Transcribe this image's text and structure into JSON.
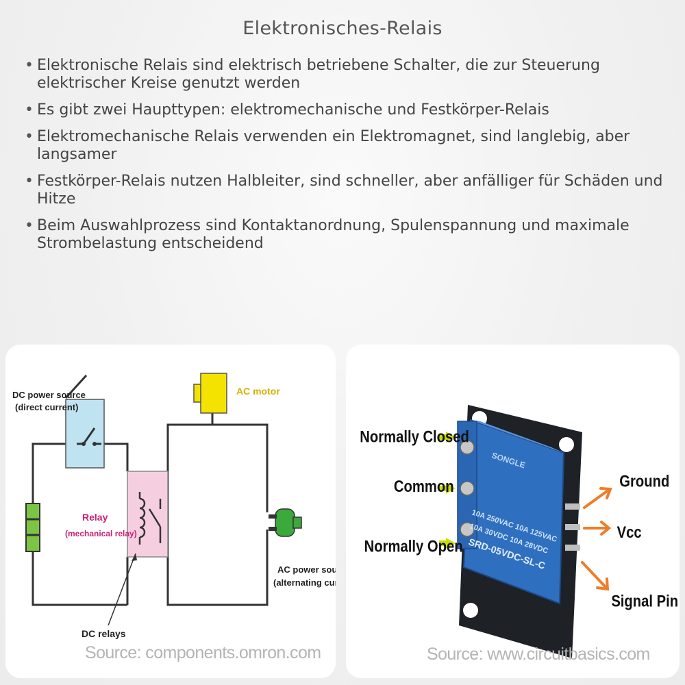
{
  "title": "Elektronisches-Relais",
  "bullets": [
    "Elektronische Relais sind elektrisch betriebene Schalter, die zur Steuerung elektrischer Kreise genutzt werden",
    "Es gibt zwei Haupttypen: elektromechanische und Festkörper-Relais",
    "Elektromechanische Relais verwenden ein Elektromagnet, sind langlebig, aber langsamer",
    "Festkörper-Relais nutzen Halbleiter, sind schneller, aber anfälliger für Schäden und Hitze",
    "Beim Auswahlprozess sind Kontaktanordnung, Spulenspannung und maximale Strombelastung entscheidend"
  ],
  "left_figure": {
    "dc_source_line1": "DC power source",
    "dc_source_line2": "(direct current)",
    "ac_motor": "AC motor",
    "relay": "Relay",
    "relay_sub": "(mechanical relay)",
    "ac_source_line1": "AC power source",
    "ac_source_line2": "(alternating current)",
    "dc_relays": "DC relays",
    "source": "Source: components.omron.com"
  },
  "right_figure": {
    "normally_closed": "Normally Closed",
    "common": "Common",
    "normally_open": "Normally Open",
    "ground": "Ground",
    "vcc": "Vcc",
    "signal_pin": "Signal Pin",
    "brand": "SONGLE",
    "rating_1": "10A 250VAC  10A 125VAC",
    "rating_2": "10A  30VDC  10A  28VDC",
    "model": "SRD-05VDC-SL-C",
    "source": "Source: www.circuitbasics.com"
  },
  "colors": {
    "relay_pink": "#cc2277",
    "motor_yellow": "#f4e200",
    "relay_blue": "#2f6fc0",
    "arrow_orange": "#ee7d2a",
    "terminal_green": "#c8e000"
  }
}
